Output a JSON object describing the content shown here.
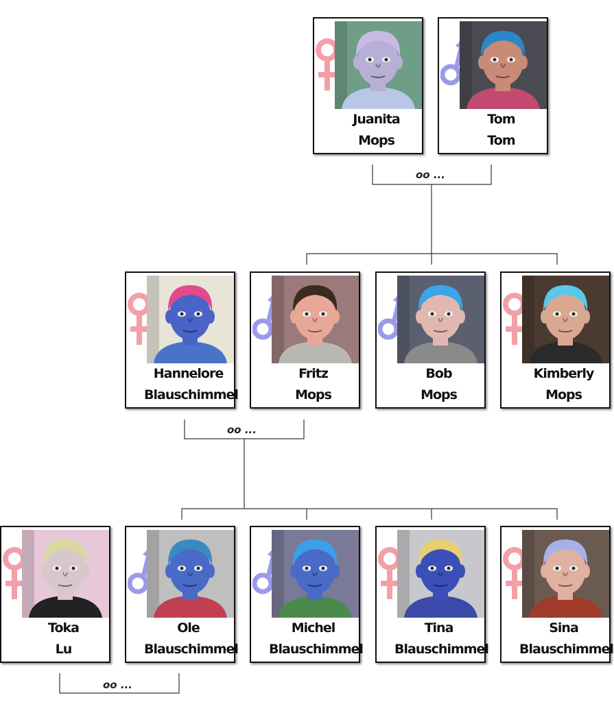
{
  "cards": [
    {
      "gender": "female",
      "first": "Juanita",
      "last": "Mops",
      "skin": "#b8b0d4",
      "hair": "#c9b9e6",
      "bg": "#6f9e88",
      "shirt": "#b9c7e6"
    },
    {
      "gender": "male",
      "first": "Tom",
      "last": "Tom",
      "skin": "#c98b78",
      "hair": "#2a87c8",
      "bg": "#4a4a52",
      "shirt": "#c04a70"
    },
    {
      "gender": "female",
      "first": "Hannelore",
      "last": "Blauschimmel",
      "skin": "#4a63c6",
      "hair": "#e24a8c",
      "bg": "#e8e4d8",
      "shirt": "#4a73c8"
    },
    {
      "gender": "male",
      "first": "Fritz",
      "last": "Mops",
      "skin": "#e8a898",
      "hair": "#3b2a1e",
      "bg": "#9a7a7a",
      "shirt": "#b8b8b0"
    },
    {
      "gender": "male",
      "first": "Bob",
      "last": "Mops",
      "skin": "#e0b8b0",
      "hair": "#3aa6e8",
      "bg": "#5a6070",
      "shirt": "#8a8a88"
    },
    {
      "gender": "female",
      "first": "Kimberly",
      "last": "Mops",
      "skin": "#d8a890",
      "hair": "#5ac8e8",
      "bg": "#4a3a30",
      "shirt": "#2a2a2a"
    },
    {
      "gender": "female",
      "first": "Toka",
      "last": "Lu",
      "skin": "#d8c8cc",
      "hair": "#d8d8a0",
      "bg": "#e8c8d8",
      "shirt": "#222222"
    },
    {
      "gender": "male",
      "first": "Ole",
      "last": "Blauschimmel",
      "skin": "#4a6ac8",
      "hair": "#3a8ac0",
      "bg": "#bfbfbf",
      "shirt": "#c04050"
    },
    {
      "gender": "male",
      "first": "Michel",
      "last": "Blauschimmel",
      "skin": "#4a6ac8",
      "hair": "#3aa0e8",
      "bg": "#7a7a98",
      "shirt": "#4a8a4a"
    },
    {
      "gender": "female",
      "first": "Tina",
      "last": "Blauschimmel",
      "skin": "#3a50b8",
      "hair": "#e8d070",
      "bg": "#c8c8cc",
      "shirt": "#3a4aa8"
    },
    {
      "gender": "female",
      "first": "Sina",
      "last": "Blauschimmel",
      "skin": "#e0b0a0",
      "hair": "#a8b0e8",
      "bg": "#6a5a50",
      "shirt": "#a03a2a"
    }
  ],
  "marriages": [
    "oo ...",
    "oo ...",
    "oo ..."
  ],
  "colors": {
    "female": "#f29fa8",
    "male": "#9a9ae8",
    "line": "#333333"
  },
  "icons": {
    "female": "venus-icon",
    "male": "mars-icon"
  }
}
